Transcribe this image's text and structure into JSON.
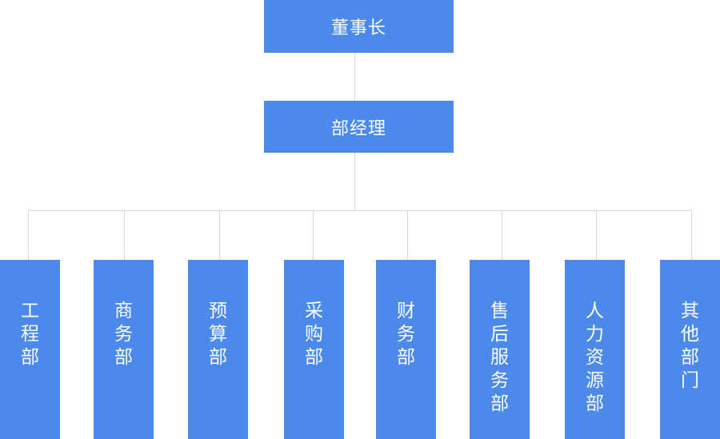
{
  "chairman": {
    "label": "董事长"
  },
  "manager": {
    "label": "部经理"
  },
  "departments": [
    {
      "label": "工程部",
      "chars": [
        "工",
        "程",
        "部"
      ]
    },
    {
      "label": "商务部",
      "chars": [
        "商",
        "务",
        "部"
      ]
    },
    {
      "label": "预算部",
      "chars": [
        "预",
        "算",
        "部"
      ]
    },
    {
      "label": "采购部",
      "chars": [
        "采",
        "购",
        "部"
      ]
    },
    {
      "label": "财务部",
      "chars": [
        "财",
        "务",
        "部"
      ]
    },
    {
      "label": "售后服务部",
      "chars": [
        "售",
        "后",
        "服",
        "务",
        "部"
      ]
    },
    {
      "label": "人力资源部",
      "chars": [
        "人",
        "力",
        "资",
        "源",
        "部"
      ]
    },
    {
      "label": "其他部门",
      "chars": [
        "其",
        "他",
        "部",
        "门"
      ]
    }
  ],
  "colors": {
    "box": "#4b8aeb",
    "text": "#ffffff",
    "connector": "#d6d6d6"
  }
}
